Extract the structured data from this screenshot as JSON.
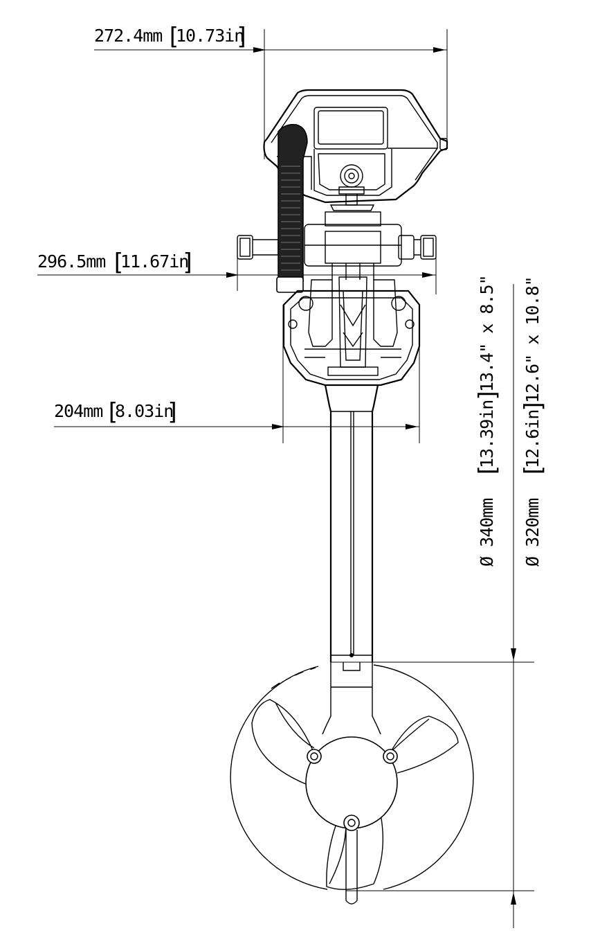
{
  "dimensions": {
    "width_top": {
      "value": "272.4mm",
      "alt": "10.73in"
    },
    "width_mid": {
      "value": "296.5mm",
      "alt": "11.67in"
    },
    "width_bottom": {
      "value": "204mm",
      "alt": "8.03in"
    },
    "prop_large": {
      "value": "Ø 340mm",
      "alt": "13.39in",
      "suffix": "13.4\" x 8.5\""
    },
    "prop_small": {
      "value": "Ø 320mm",
      "alt": "12.6in",
      "suffix": "12.6\" x 10.8\""
    }
  }
}
